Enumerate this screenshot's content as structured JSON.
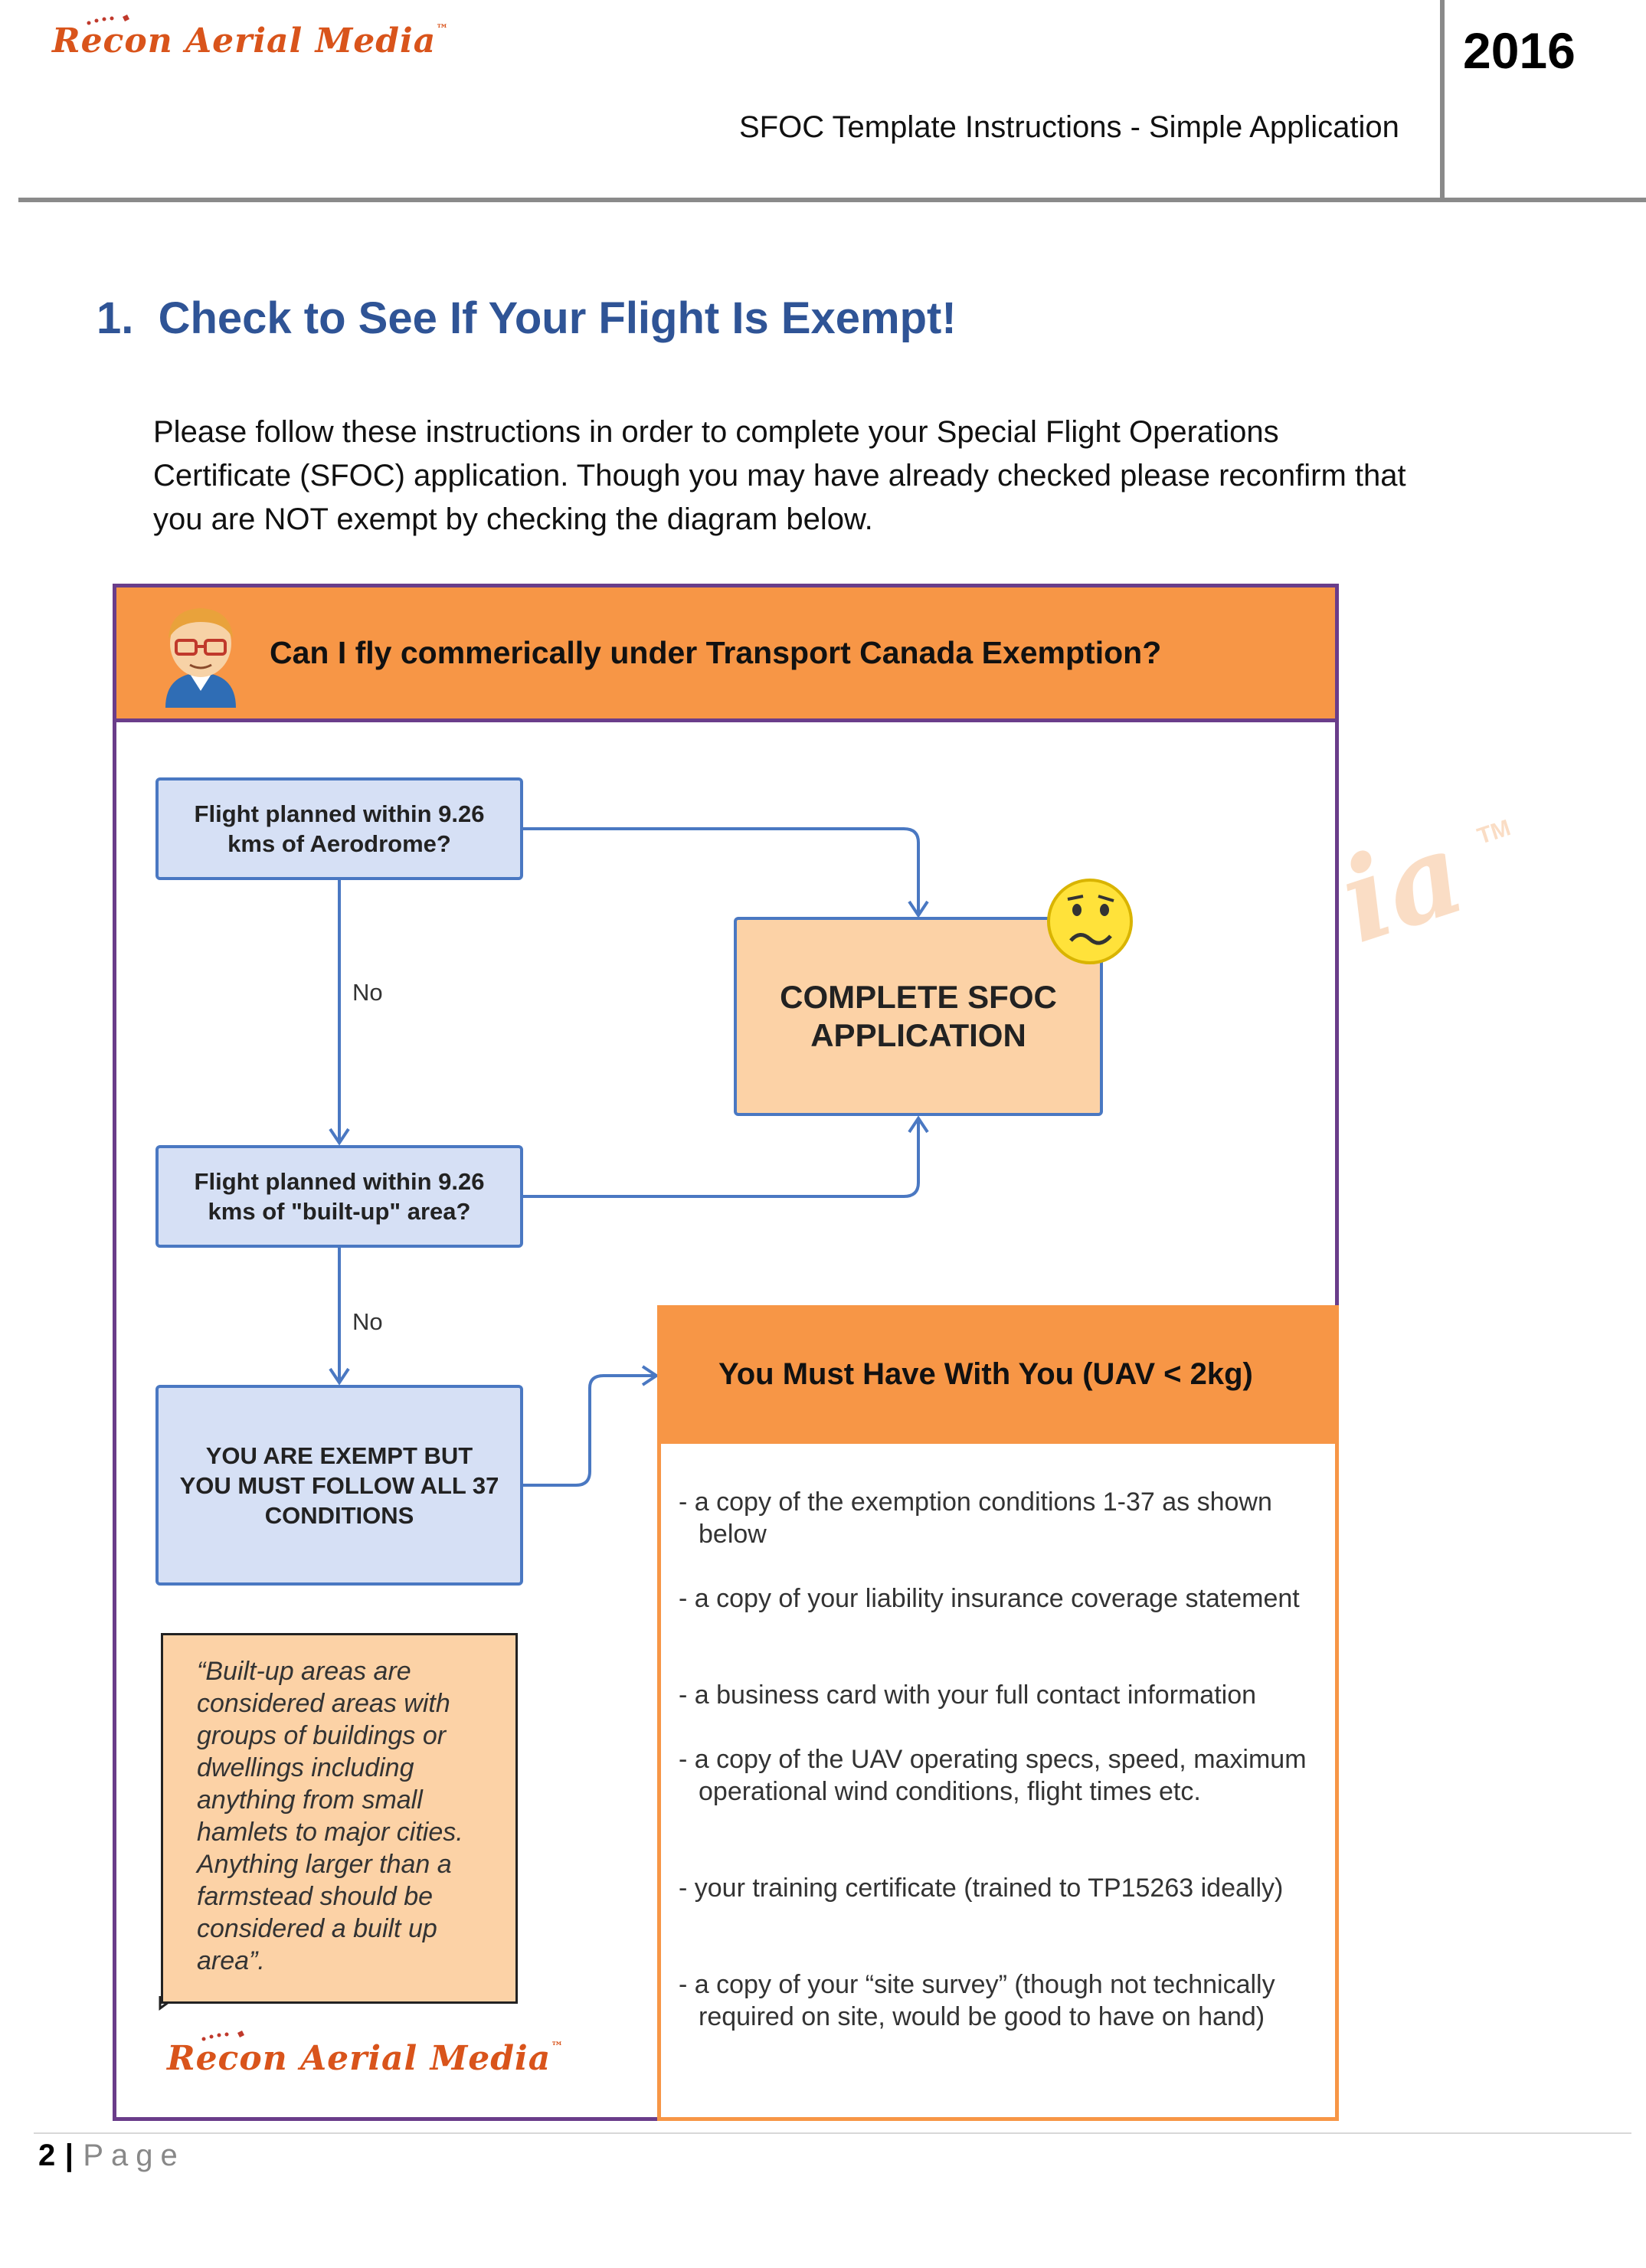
{
  "header": {
    "logo_text": "Recon Aerial Media",
    "logo_tm": "™",
    "year": "2016",
    "subtitle": "SFOC Template Instructions - Simple Application"
  },
  "section": {
    "title": "1.  Check to See If Your Flight Is Exempt!",
    "intro": "Please follow these instructions in order to complete your Special Flight Operations Certificate (SFOC) application. Though you may have already checked please reconfirm that you are NOT exempt by checking the diagram below."
  },
  "diagram": {
    "banner": "Can I fly commerically under Transport Canada Exemption?",
    "q1": "Flight planned within 9.26 kms of Aerodrome?",
    "q2": "Flight planned within 9.26 kms of \"built-up\" area?",
    "no_label_1": "No",
    "no_label_2": "No",
    "sfoc": "COMPLETE SFOC APPLICATION",
    "exempt": "YOU ARE EXEMPT BUT YOU MUST FOLLOW ALL 37 CONDITIONS",
    "note": "“Built-up areas are considered areas with groups of buildings or dwellings including anything from small hamlets to major cities. Anything larger than a farmstead should be considered a built up area”.",
    "must_title": "You Must Have With You (UAV < 2kg)",
    "must_items": [
      "- a copy of the exemption conditions 1-37 as shown below",
      "- a copy of your liability insurance coverage statement",
      "- a business card with your full contact information",
      "- a copy of the UAV operating specs, speed, maximum operational wind conditions, flight times etc.",
      "- your training certificate (trained to TP15263 ideally)",
      "- a copy of your “site survey” (though not technically required on site, would be good to have on hand)"
    ],
    "watermark_text": "ia",
    "watermark_tm": "TM"
  },
  "footer": {
    "page_number": "2",
    "separator": "|",
    "page_label": "Page"
  },
  "colors": {
    "accent_title": "#2f5496",
    "orange": "#f79646",
    "box_blue": "#d6e0f5",
    "arrow_blue": "#4a78c2",
    "frame_purple": "#6a3d8a"
  }
}
